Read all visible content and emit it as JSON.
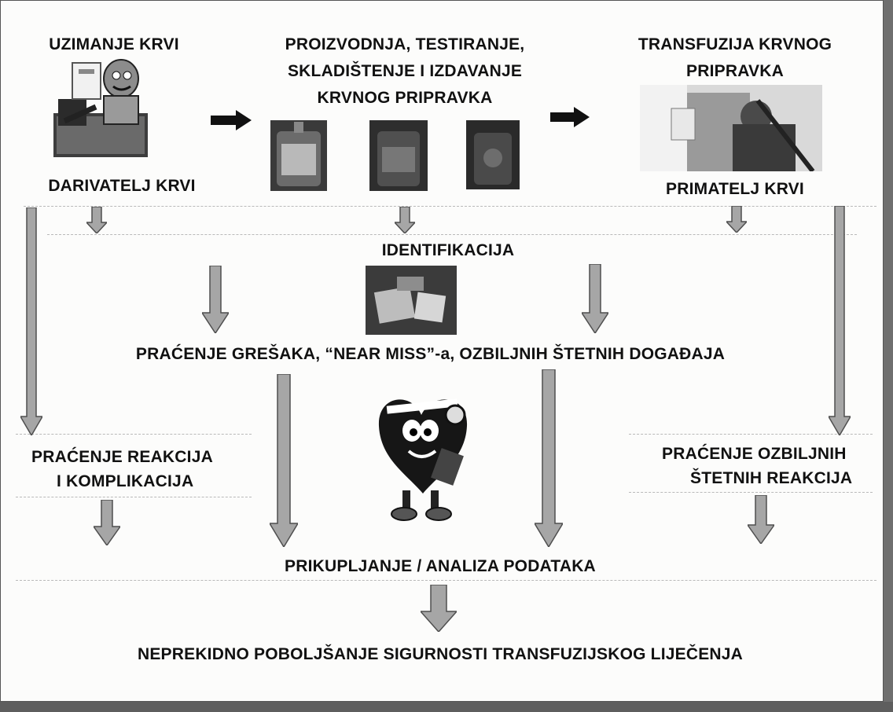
{
  "stages": {
    "collection_title": "UZIMANJE KRVI",
    "donor_label": "DARIVATELJ KRVI",
    "processing_line1": "PROIZVODNJA, TESTIRANJE,",
    "processing_line2": "SKLADIŠTENJE I IZDAVANJE",
    "processing_line3": "KRVNOG PRIPRAVKA",
    "transfusion_line1": "TRANSFUZIJA KRVNOG",
    "transfusion_line2": "PRIPRAVKA",
    "recipient_label": "PRIMATELJ KRVI"
  },
  "identification_label": "IDENTIFIKACIJA",
  "monitoring_errors_label": "PRAĆENJE GREŠAKA, “NEAR MISS”-a, OZBILJNIH ŠTETNIH DOGAĐAJA",
  "donor_reactions": {
    "line1": "PRAĆENJE REAKCIJA",
    "line2": "I KOMPLIKACIJA"
  },
  "recipient_reactions": {
    "line1": "PRAĆENJE OZBILJNIH",
    "line2": "ŠTETNIH REAKCIJA"
  },
  "data_collection_label": "PRIKUPLJANJE / ANALIZA PODATAKA",
  "improvement_label": "NEPREKIDNO POBOLJŠANJE SIGURNOSTI TRANSFUZIJSKOG LIJEČENJA",
  "colors": {
    "arrow_fill": "#a6a6a6",
    "arrow_stroke": "#4f4f4f",
    "text": "#111111",
    "background": "#fcfcfb"
  }
}
